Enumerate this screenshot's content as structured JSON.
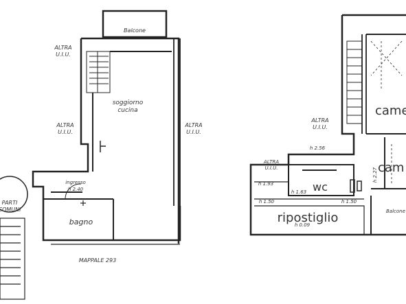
{
  "left_plan": {
    "balcone": "Balcone",
    "altra_top": [
      "ALTRA",
      "U.I.U."
    ],
    "altra_mid": [
      "ALTRA",
      "U.I.U."
    ],
    "altra_right": [
      "ALTRA",
      "U.I.U."
    ],
    "soggiorno": [
      "soggiorno",
      "cucina"
    ],
    "ingresso": [
      "ingresso",
      "h 2.40"
    ],
    "bagno": "bagno",
    "parti_comuni": [
      "PARTI",
      "COMUNI"
    ],
    "mappale": "MAPPALE 293"
  },
  "right_plan": {
    "altra_main": [
      "ALTRA",
      "U.I.U."
    ],
    "altra_small": [
      "ALTRA",
      "U.I.U."
    ],
    "h_256": "h 2.56",
    "h_193": "h 1.93",
    "h_150_left": "h 1.50",
    "h_163": "h 1.63",
    "h_150_right": "h 1.50",
    "h_009": "h 0.09",
    "h_227": "h 2.27",
    "wc": "wc",
    "ripostiglio": "ripostiglio",
    "camera_top": "came",
    "camera_mid": "cam",
    "balcone": "Balcone"
  }
}
